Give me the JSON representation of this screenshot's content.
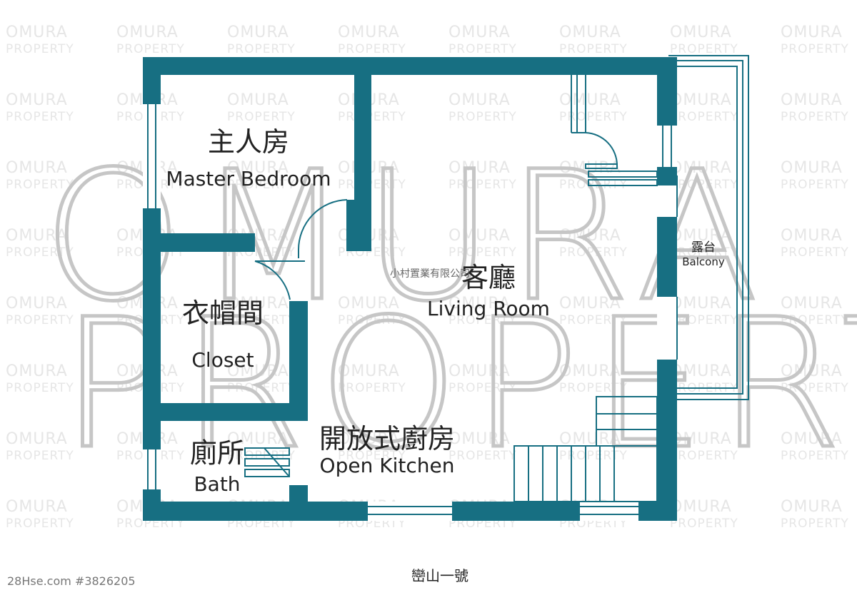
{
  "watermark": {
    "tile_line1": "OMURA",
    "tile_line2": "PROPERTY",
    "big_line1": "OMURA",
    "big_line2": "PROPERTY"
  },
  "rooms": {
    "master_bedroom": {
      "zh": "主人房",
      "en": "Master Bedroom"
    },
    "living_room": {
      "zh": "客廳",
      "en": "Living Room"
    },
    "closet": {
      "zh": "衣帽間",
      "en": "Closet"
    },
    "bath": {
      "zh": "廁所",
      "en": "Bath"
    },
    "kitchen": {
      "zh": "開放式廚房",
      "en": "Open Kitchen"
    },
    "balcony": {
      "zh": "露台",
      "en": "Balcony"
    }
  },
  "company": "小村置業有限公司",
  "estate_name": "巒山一號",
  "listing_id": "28Hse.com #3826205",
  "colors": {
    "wall": "#176f82",
    "watermark": "#c6c6c6"
  }
}
